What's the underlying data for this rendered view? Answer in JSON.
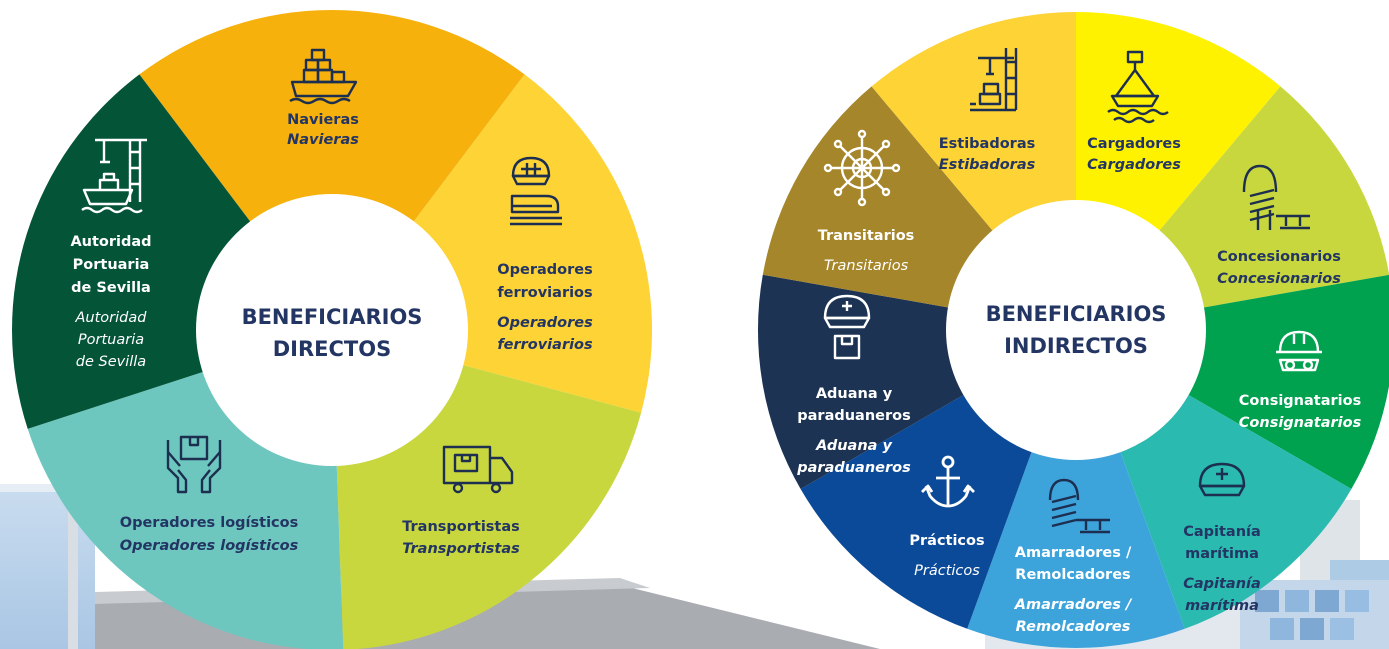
{
  "diagram_direct": {
    "center_line1": "BENEFICIARIOS",
    "center_line2": "DIRECTOS",
    "segments": [
      {
        "name": "navieras",
        "icon": "ship-icon",
        "color": "#F6B10C",
        "bold": [
          "Navieras"
        ],
        "italic": [
          "Navieras"
        ]
      },
      {
        "name": "operadores-ferroviarios",
        "icon": "train-operator-icon",
        "color": "#FDD335",
        "bold": [
          "Operadores",
          "ferroviarios"
        ],
        "italic": [
          "Operadores",
          "ferroviarios"
        ]
      },
      {
        "name": "transportistas",
        "icon": "truck-icon",
        "color": "#C9D73E",
        "bold": [
          "Transportistas"
        ],
        "italic": [
          "Transportistas"
        ]
      },
      {
        "name": "operadores-logisticos",
        "icon": "package-hands-icon",
        "color": "#6EC7BF",
        "bold": [
          "Operadores logísticos"
        ],
        "italic": [
          "Operadores logísticos"
        ]
      },
      {
        "name": "autoridad-portuaria",
        "icon": "port-crane-ship-icon",
        "color": "#045438",
        "bold": [
          "Autoridad",
          "Portuaria",
          "de Sevilla"
        ],
        "italic": [
          "Autoridad",
          "Portuaria",
          "de Sevilla"
        ]
      }
    ]
  },
  "diagram_indirect": {
    "center_line1": "BENEFICIARIOS",
    "center_line2": "INDIRECTOS",
    "segments": [
      {
        "name": "cargadores",
        "icon": "cargo-ship-icon",
        "color": "#FFF200",
        "bold": [
          "Cargadores"
        ],
        "italic": [
          "Cargadores"
        ]
      },
      {
        "name": "concesionarios",
        "icon": "rope-bollard-icon",
        "color": "#C9D73E",
        "bold": [
          "Concesionarios"
        ],
        "italic": [
          "Concesionarios"
        ]
      },
      {
        "name": "consignatarios",
        "icon": "helmet-goggles-icon",
        "color": "#00A24F",
        "bold": [
          "Consignatarios"
        ],
        "italic": [
          "Consignatarios"
        ]
      },
      {
        "name": "capitania-maritima",
        "icon": "captain-hat-icon",
        "color": "#2ABAB0",
        "bold": [
          "Capitanía",
          "marítima"
        ],
        "italic": [
          "Capitanía",
          "marítima"
        ]
      },
      {
        "name": "amarradores-remolcadores",
        "icon": "mooring-rope-icon",
        "color": "#3DA3DB",
        "bold": [
          "Amarradores /",
          "Remolcadores"
        ],
        "italic": [
          "Amarradores /",
          "Remolcadores"
        ]
      },
      {
        "name": "practicos",
        "icon": "anchor-icon",
        "color": "#0A4A98",
        "bold": [
          "Prácticos"
        ],
        "italic": [
          "Prácticos"
        ]
      },
      {
        "name": "aduana",
        "icon": "customs-officer-icon",
        "color": "#1C3353",
        "bold": [
          "Aduana y",
          "paraduaneros"
        ],
        "italic": [
          "Aduana y",
          "paraduaneros"
        ]
      },
      {
        "name": "transitarios",
        "icon": "ship-wheel-icon",
        "color": "#A6862A",
        "bold": [
          "Transitarios"
        ],
        "italic": [
          "Transitarios"
        ]
      },
      {
        "name": "estibadoras",
        "icon": "crane-container-icon",
        "color": "#FDD335",
        "bold": [
          "Estibadoras"
        ],
        "italic": [
          "Estibadoras"
        ]
      }
    ]
  }
}
